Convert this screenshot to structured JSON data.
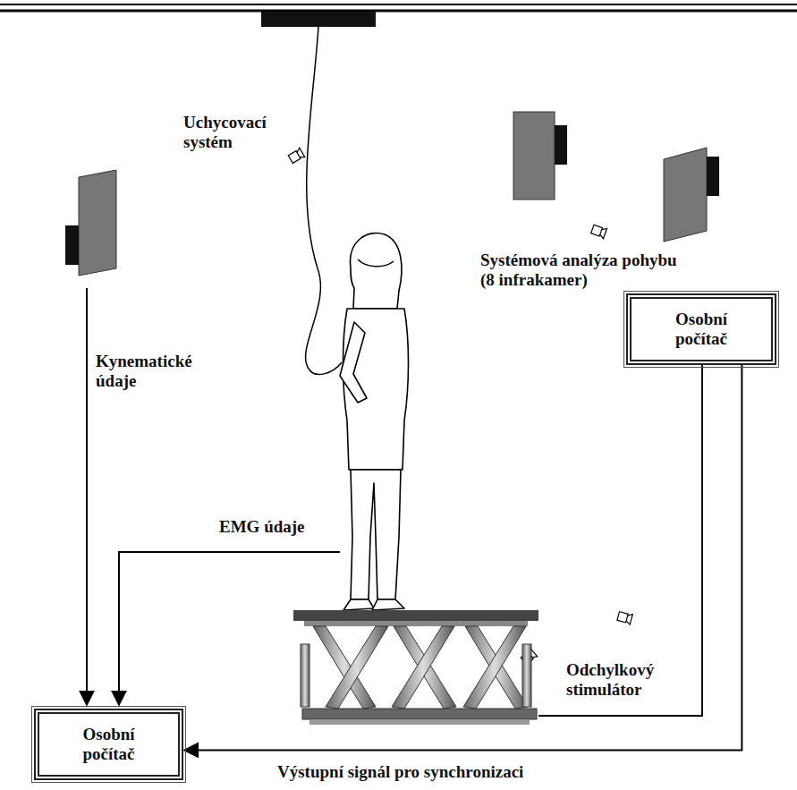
{
  "diagram": {
    "nodes": [
      {
        "text": [
          "Osobní počítač"
        ]
      },
      {
        "text": [
          "Osobní počítač"
        ]
      }
    ],
    "edges": [
      {
        "from": 0,
        "to": 1,
        "arrow": "to",
        "label": "Výstupní signál pro synchronizaci"
      }
    ],
    "labels": [
      "Uchycovací systém",
      "Systémová analýza pohybu (8 infrakamer)",
      "Kynematické údaje",
      "EMG údaje",
      "Odchylkový stimulátor"
    ]
  }
}
